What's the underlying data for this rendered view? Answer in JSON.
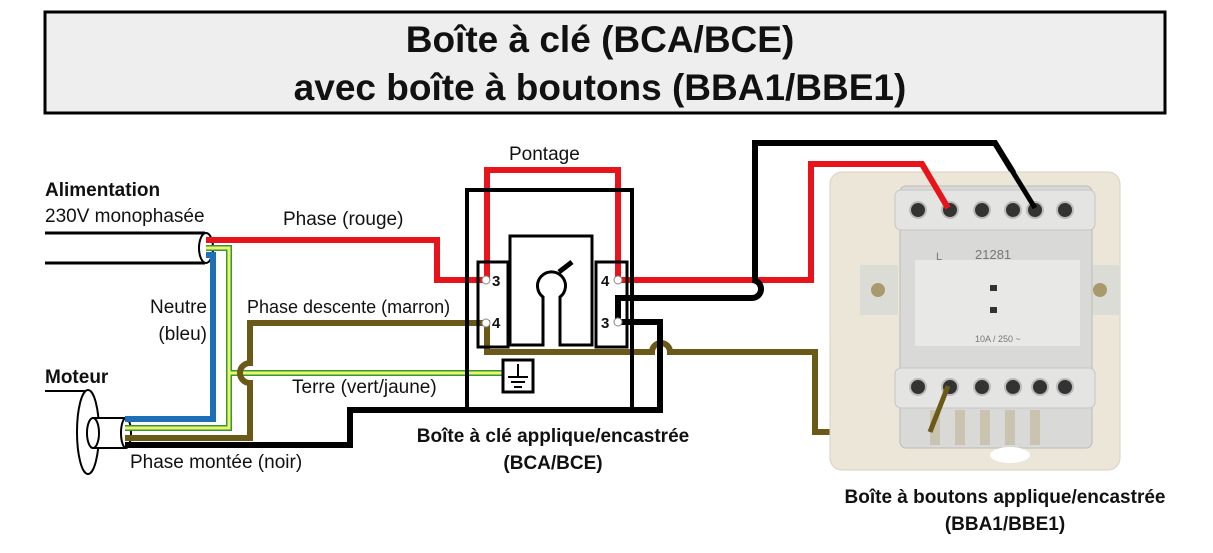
{
  "title": {
    "line1": "Boîte à clé (BCA/BCE)",
    "line2": "avec boîte à boutons (BBA1/BBE1)"
  },
  "supply": {
    "label": "Alimentation",
    "sublabel": "230V monophasée"
  },
  "motor": {
    "label": "Moteur"
  },
  "wires": {
    "phase_red": "Phase (rouge)",
    "neutral_line1": "Neutre",
    "neutral_line2": "(bleu)",
    "phase_down": "Phase descente (marron)",
    "earth": "Terre (vert/jaune)",
    "phase_up": "Phase montée (noir)",
    "bridge": "Pontage"
  },
  "key_box": {
    "label_line1": "Boîte à clé applique/encastrée",
    "label_line2": "(BCA/BCE)",
    "terminals_left": [
      "3",
      "4"
    ],
    "terminals_right": [
      "4",
      "3"
    ]
  },
  "button_box": {
    "label_line1": "Boîte à boutons applique/encastrée",
    "label_line2": "(BBA1/BBE1)",
    "photo_text": {
      "l": "L",
      "model": "21281",
      "rating": "10A / 250 ~"
    }
  },
  "colors": {
    "red": "#e8141b",
    "black": "#000000",
    "brown": "#6b5a17",
    "blue": "#1d6fb8",
    "green": "#2e9a3a",
    "yellow": "#f2f26a",
    "title_bg": "#eeeeee"
  }
}
